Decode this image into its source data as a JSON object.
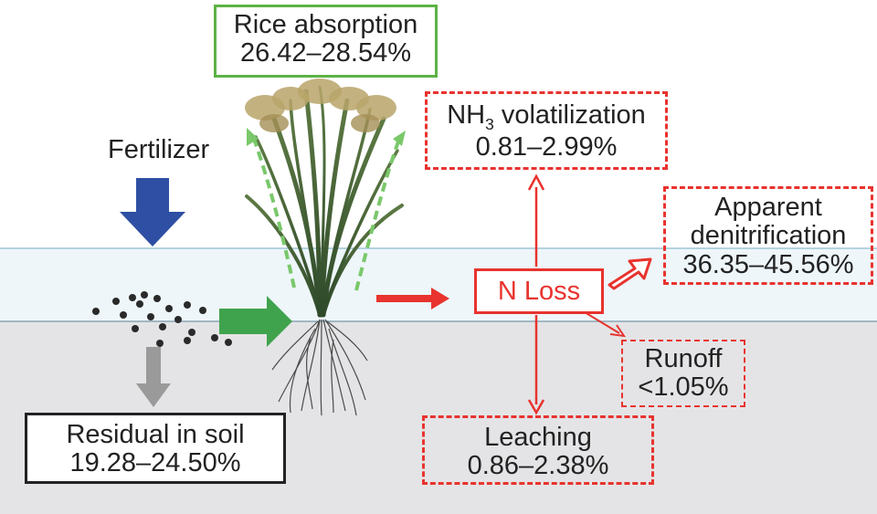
{
  "labels": {
    "fertilizer": "Fertilizer",
    "n_loss": "N Loss"
  },
  "rice_absorption": {
    "line1": "Rice absorption",
    "line2": "26.42–28.54%"
  },
  "nh3": {
    "prefix": "NH",
    "sub": "3",
    "suffix": " volatilization",
    "line2": "0.81–2.99%"
  },
  "denitrification": {
    "line1": "Apparent",
    "line2": "denitrification",
    "line3": "36.35–45.56%"
  },
  "runoff": {
    "line1": "Runoff",
    "line2": "<1.05%"
  },
  "leaching": {
    "line1": "Leaching",
    "line2": "0.86–2.38%"
  },
  "residual": {
    "line1": "Residual in soil",
    "line2": "19.28–24.50%"
  },
  "colors": {
    "loss_red": "#e8332e",
    "rice_green": "#5cb345",
    "fertilizer_blue": "#2e4fa3",
    "residual_grey": "#9a9a9a",
    "water": "#eef6fa",
    "soil": "#e4e4e6"
  }
}
